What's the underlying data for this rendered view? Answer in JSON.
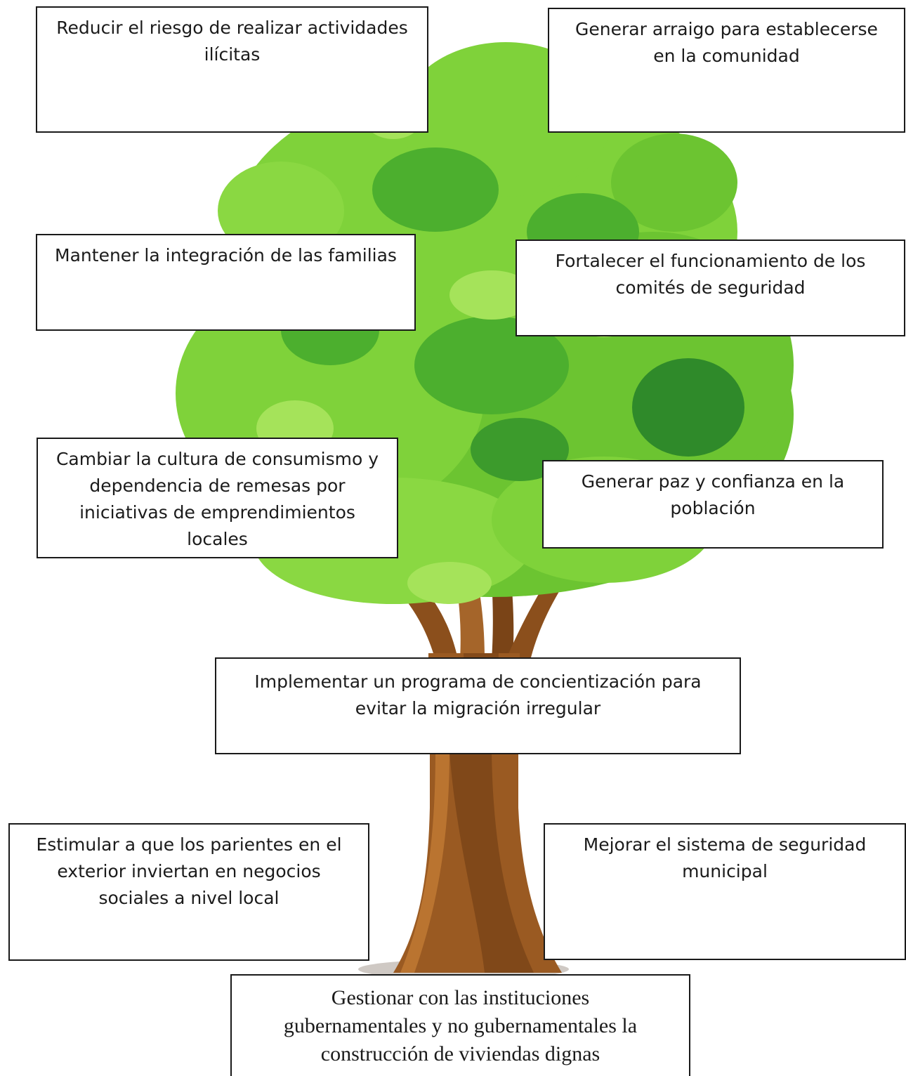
{
  "colors": {
    "foliage_dark": "#2f8a2a",
    "foliage_mid": "#4caf2e",
    "foliage_light": "#7fd23a",
    "foliage_highlight": "#a5e35a",
    "trunk_dark": "#6b3a12",
    "trunk_mid": "#9a5a22",
    "trunk_light": "#c27a35",
    "box_border": "#1a1a1a"
  },
  "boxes": {
    "b1": "Reducir el riesgo  de realizar actividades\nilícitas",
    "b2": "Generar arraigo para establecerse\nen la comunidad",
    "b3": "Mantener la integración de las familias",
    "b4": "Fortalecer el  funcionamiento de los\ncomités de seguridad",
    "b5": "Cambiar la cultura de consumismo y\ndependencia de remesas por\niniciativas de emprendimientos\nlocales",
    "b6": "Generar paz y confianza en la\npoblación",
    "b7": "Implementar un programa de concientización para\nevitar la migración irregular",
    "b8": "Estimular a que los parientes en el\nexterior inviertan en negocios\nsociales a nivel local",
    "b9": "Mejorar el sistema de seguridad\nmunicipal",
    "b10": "Gestionar con las instituciones\ngubernamentales y no gubernamentales la\nconstrucción de viviendas dignas"
  }
}
